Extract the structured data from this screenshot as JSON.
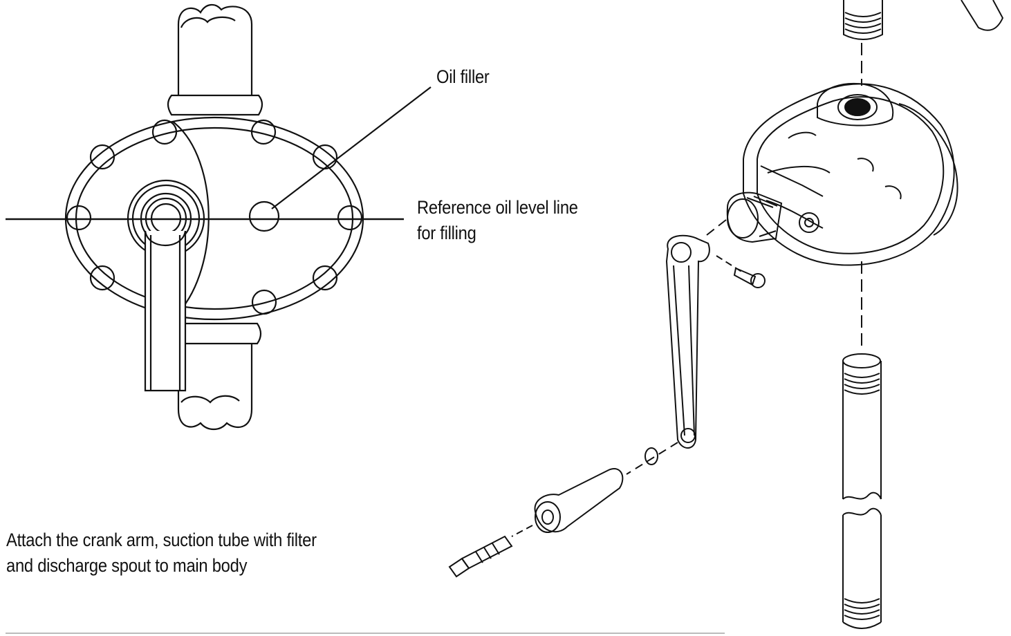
{
  "labels": {
    "oil_filler": "Oil filler",
    "reference_line_1": "Reference oil level line",
    "reference_line_2": "for filling"
  },
  "caption": {
    "line1": "Attach the crank arm, suction tube with filter",
    "line2": "and discharge spout to main body"
  },
  "colors": {
    "ink": "#111111",
    "background": "#ffffff"
  }
}
